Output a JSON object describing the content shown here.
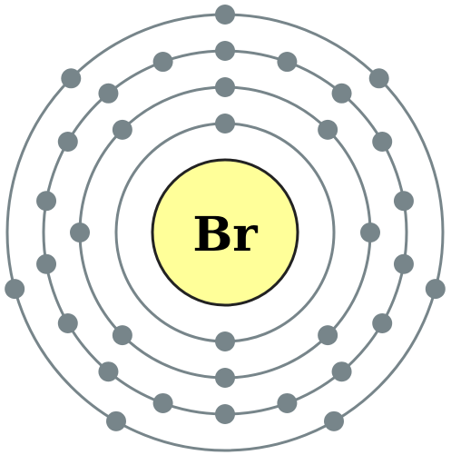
{
  "element": {
    "symbol": "Br"
  },
  "shells": [
    {
      "electrons": 2
    },
    {
      "electrons": 8
    },
    {
      "electrons": 18
    },
    {
      "electrons": 7
    }
  ],
  "colors": {
    "nucleus_fill": "#ffff99",
    "nucleus_stroke": "#222222",
    "orbit_stroke": "#77858a",
    "electron_fill": "#77858a",
    "label": "#000000"
  }
}
